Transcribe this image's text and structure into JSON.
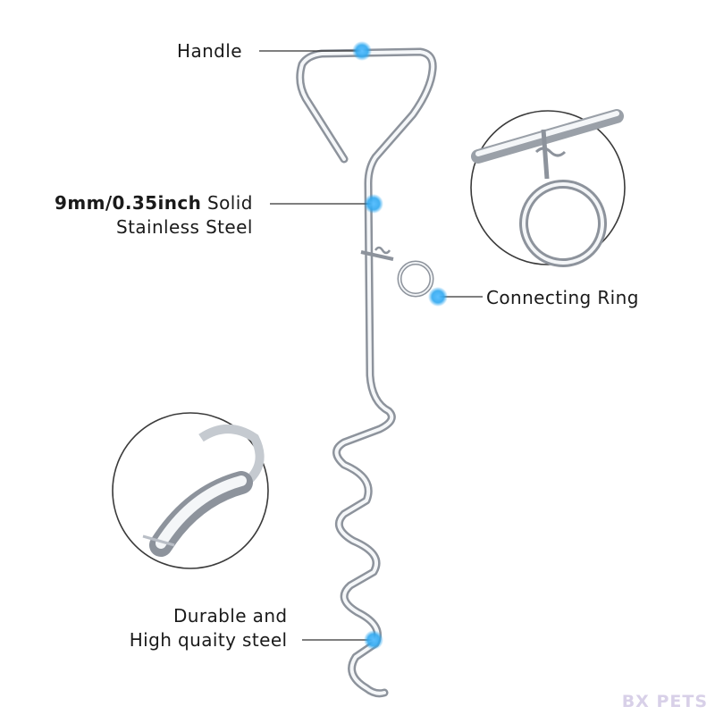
{
  "labels": {
    "handle": "Handle",
    "steel_bold": "9mm/0.35inch",
    "steel_rest": "Solid",
    "steel_line2": "Stainless Steel",
    "ring": "Connecting Ring",
    "durable_line1": "Durable and",
    "durable_line2": "High quaity steel"
  },
  "watermark": "BX PETS",
  "colors": {
    "marker": "#2fa8f0",
    "leader": "#333333",
    "steel_light": "#f4f6f8",
    "steel_dark": "#8a9099"
  }
}
